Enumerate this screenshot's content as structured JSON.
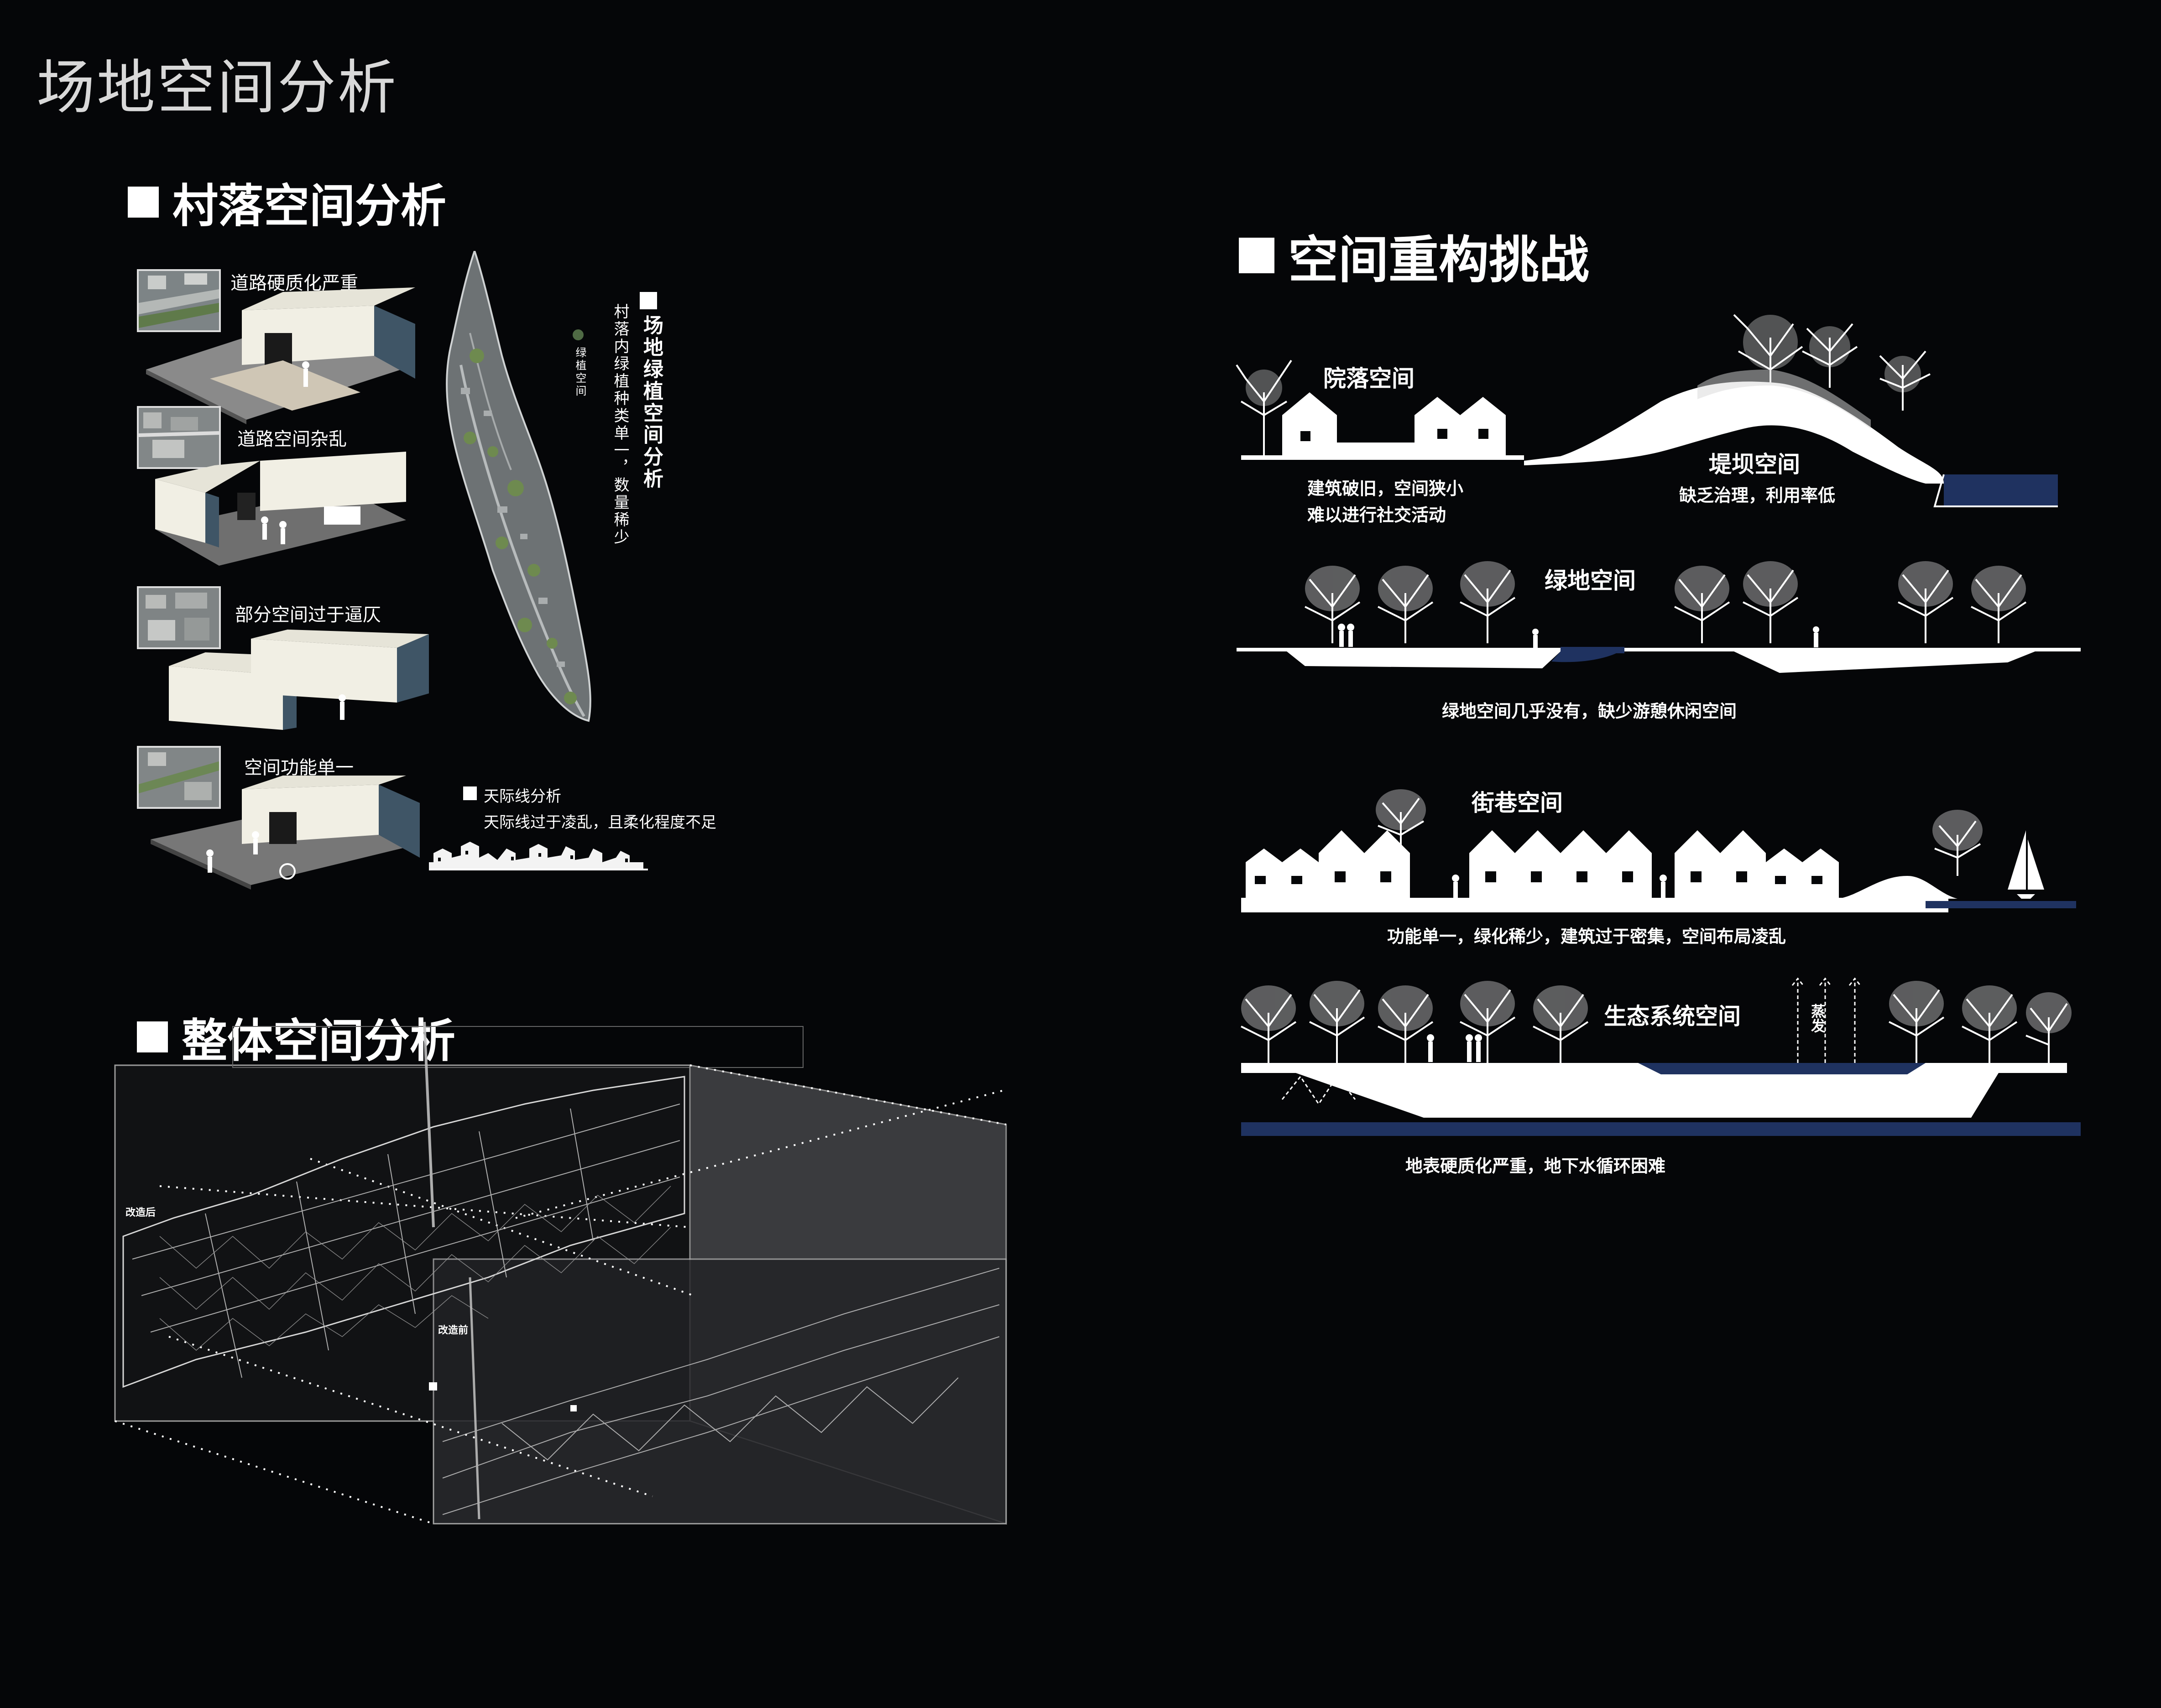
{
  "page_title": "场地空间分析",
  "village": {
    "heading": "村落空间分析",
    "cards": [
      {
        "label": "道路硬质化严重"
      },
      {
        "label": "道路空间杂乱"
      },
      {
        "label": "部分空间过于逼仄"
      },
      {
        "label": "空间功能单一"
      }
    ],
    "green_analysis": {
      "heading": "场地绿植空间分析",
      "desc": "村落内绿植种类单一，数量稀少",
      "legend": "绿植空间"
    },
    "skyline": {
      "heading": "天际线分析",
      "desc": "天际线过于凌乱，且柔化程度不足"
    }
  },
  "overall": {
    "heading": "整体空间分析",
    "after_label": "改造后",
    "before_label": "改造前"
  },
  "reconstruct": {
    "heading": "空间重构挑战",
    "sections": {
      "courtyard": {
        "label": "院落空间",
        "caption_1": "建筑破旧，空间狭小",
        "caption_2": "难以进行社交活动"
      },
      "dam": {
        "label": "堤坝空间",
        "caption": "缺乏治理，利用率低"
      },
      "green": {
        "label": "绿地空间",
        "caption": "绿地空间几乎没有，缺少游憩休闲空间"
      },
      "street": {
        "label": "街巷空间",
        "caption": "功能单一，绿化稀少，建筑过于密集，空间布局凌乱"
      },
      "eco": {
        "label": "生态系统空间",
        "evap": "蒸发",
        "caption": "地表硬质化严重，地下水循环困难"
      }
    }
  },
  "colors": {
    "background": "#050608",
    "water": "#1f3260",
    "building_front": "#f1efe4",
    "building_side": "#3f5566",
    "legend_green": "#4f6a44"
  }
}
